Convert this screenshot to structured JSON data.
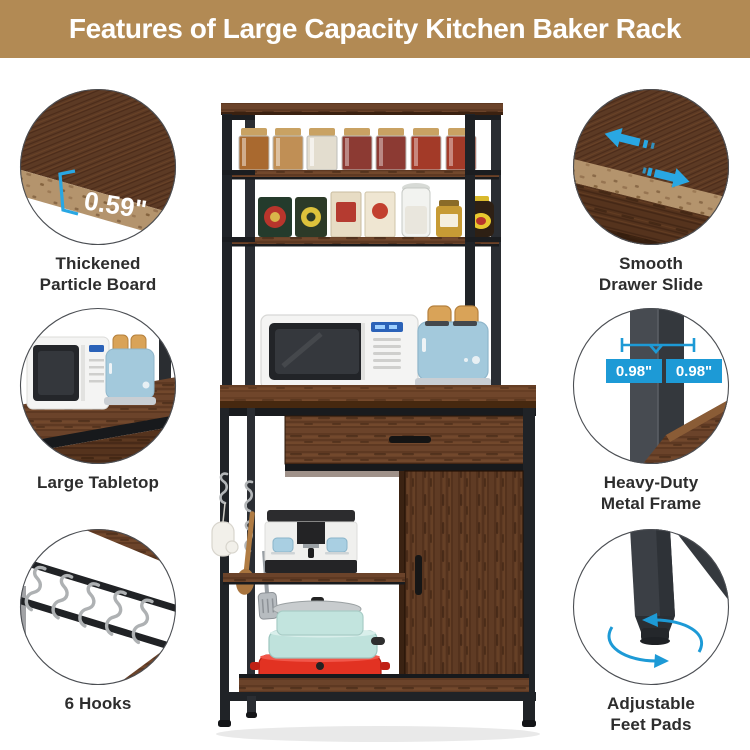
{
  "header": {
    "title": "Features of Large Capacity Kitchen Baker Rack",
    "bg_color": "#b28a54",
    "text_color": "#ffffff"
  },
  "colors": {
    "accent_blue": "#1d9ad6",
    "label_text": "#2d2d2d",
    "wood_brown": "#6b432a",
    "frame_black": "#202327",
    "white": "#ffffff"
  },
  "callouts": [
    {
      "id": "thickened-particle-board",
      "side": "left",
      "label_line1": "Thickened",
      "label_line2": "Particle Board",
      "measurement": "0.59\""
    },
    {
      "id": "large-tabletop",
      "side": "left",
      "label_line1": "Large Tabletop",
      "label_line2": ""
    },
    {
      "id": "six-hooks",
      "side": "left",
      "label_line1": "6 Hooks",
      "label_line2": ""
    },
    {
      "id": "smooth-drawer-slide",
      "side": "right",
      "label_line1": "Smooth",
      "label_line2": "Drawer Slide"
    },
    {
      "id": "heavy-duty-metal-frame",
      "side": "right",
      "label_line1": "Heavy-Duty",
      "label_line2": "Metal Frame",
      "measurement_left": "0.98\"",
      "measurement_right": "0.98\""
    },
    {
      "id": "adjustable-feet-pads",
      "side": "right",
      "label_line1": "Adjustable",
      "label_line2": "Feet Pads"
    }
  ],
  "icons": {
    "dimension_bracket": "bracket-lines",
    "slide_arrows": "left-and-right-arrows",
    "measure_line": "horizontal-measure-line-with-ticks",
    "rotate_arrows": "circular-rotation-arrows"
  }
}
